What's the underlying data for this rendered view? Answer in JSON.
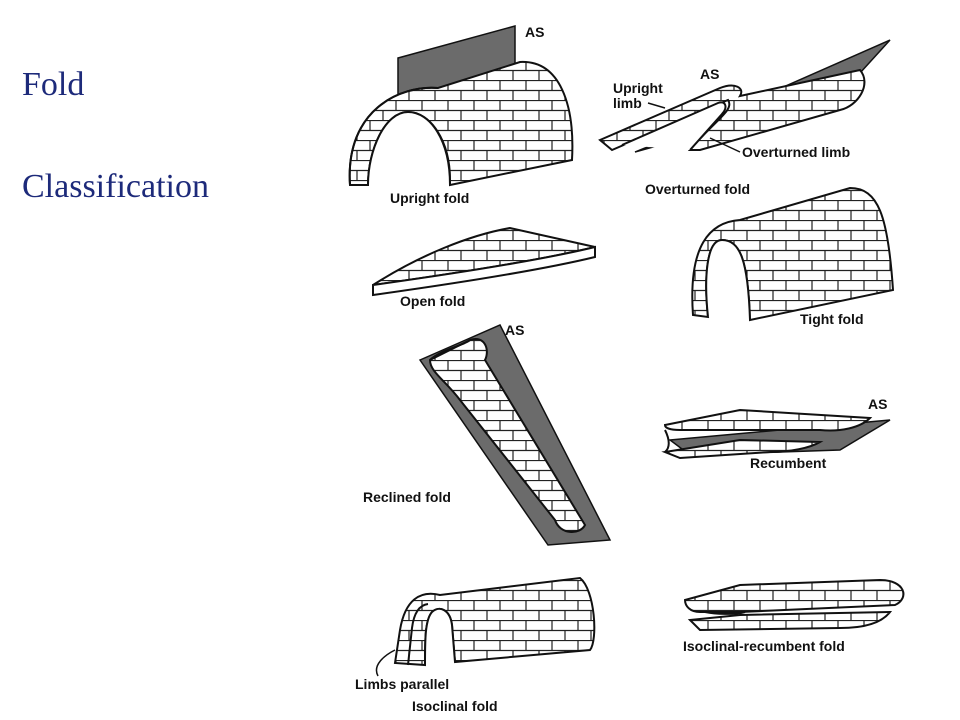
{
  "title": {
    "line1": "Fold",
    "line2": "Classification"
  },
  "labels": {
    "upright_as": "AS",
    "upright": "Upright fold",
    "overturned_as": "AS",
    "upright_limb_1": "Upright",
    "upright_limb_2": "limb",
    "overturned_limb": "Overturned limb",
    "overturned": "Overturned fold",
    "open": "Open fold",
    "tight": "Tight fold",
    "reclined_as": "AS",
    "reclined": "Reclined fold",
    "recumbent_as": "AS",
    "recumbent": "Recumbent",
    "limbs_parallel": "Limbs parallel",
    "isoclinal": "Isoclinal fold",
    "isoclinal_recumbent": "Isoclinal-recumbent fold"
  },
  "colors": {
    "title": "#1d2a7a",
    "axial_surface": "#6b6b6b",
    "line": "#111111"
  }
}
